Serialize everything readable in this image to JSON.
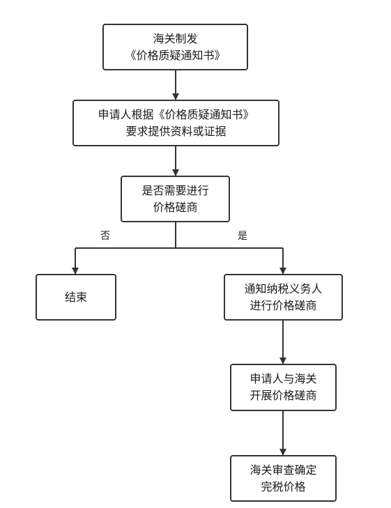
{
  "diagram": {
    "nodes": {
      "issue_notice": {
        "line1": "海关制发",
        "line2": "《价格质疑通知书》"
      },
      "applicant_submit": {
        "line1": "申请人根据《价格质疑通知书》",
        "line2": "要求提供资料或证据"
      },
      "decision": {
        "line1": "是否需要进行",
        "line2": "价格磋商"
      },
      "end": {
        "line1": "结束"
      },
      "notify_taxpayer": {
        "line1": "通知纳税义务人",
        "line2": "进行价格磋商"
      },
      "conduct_consultation": {
        "line1": "申请人与海关",
        "line2": "开展价格磋商"
      },
      "determine_price": {
        "line1": "海关审查确定",
        "line2": "完税价格"
      }
    },
    "branches": {
      "no": "否",
      "yes": "是"
    }
  }
}
